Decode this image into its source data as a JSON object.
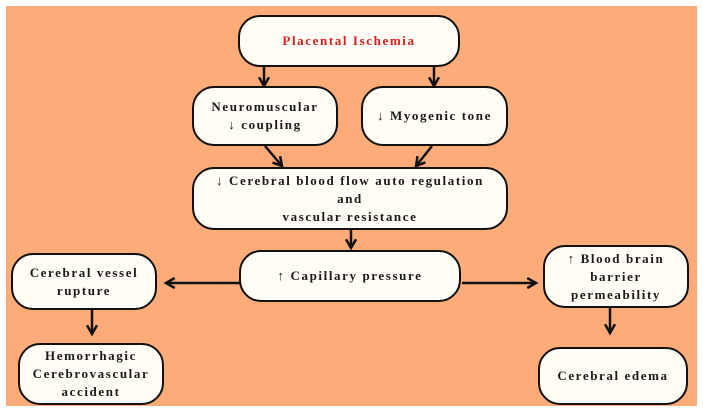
{
  "diagram": {
    "colors": {
      "background": "#fdac79",
      "node_fill": "#fffdf5",
      "node_border": "#111111",
      "root_text": "#d62020",
      "text": "#1a1a1a"
    },
    "nodes": {
      "placental_ischemia": "Placental Ischemia",
      "neuromuscular_coupling": "Neuromuscular\n↓ coupling",
      "myogenic_tone": "↓ Myogenic tone",
      "cerebral_autoregulation": "↓ Cerebral blood flow auto regulation\nand\nvascular resistance",
      "capillary_pressure": "↑ Capillary pressure",
      "vessel_rupture": "Cerebral vessel\nrupture",
      "hemorrhagic_cva": "Hemorrhagic\nCerebrovascular\naccident",
      "bbb_permeability": "↑ Blood brain\nbarrier\npermeability",
      "cerebral_edema": "Cerebral edema"
    },
    "edges": [
      {
        "from": "placental_ischemia",
        "to": "neuromuscular_coupling"
      },
      {
        "from": "placental_ischemia",
        "to": "myogenic_tone"
      },
      {
        "from": "neuromuscular_coupling",
        "to": "cerebral_autoregulation"
      },
      {
        "from": "myogenic_tone",
        "to": "cerebral_autoregulation"
      },
      {
        "from": "cerebral_autoregulation",
        "to": "capillary_pressure"
      },
      {
        "from": "capillary_pressure",
        "to": "vessel_rupture"
      },
      {
        "from": "capillary_pressure",
        "to": "bbb_permeability"
      },
      {
        "from": "vessel_rupture",
        "to": "hemorrhagic_cva"
      },
      {
        "from": "bbb_permeability",
        "to": "cerebral_edema"
      }
    ]
  }
}
